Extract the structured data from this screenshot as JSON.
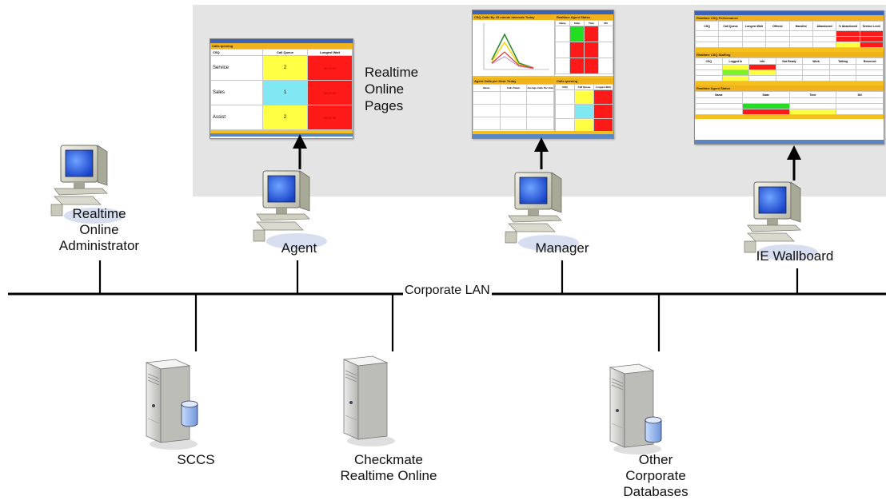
{
  "labels": {
    "realtime_pages": [
      "Realtime",
      "Online",
      "Pages"
    ],
    "administrator": [
      "Realtime",
      "Online",
      "Administrator"
    ],
    "agent": "Agent",
    "manager": "Manager",
    "wallboard": "IE Wallboard",
    "lan": "Corporate LAN",
    "sccs": "SCCS",
    "checkmate": [
      "Checkmate",
      "Realtime Online"
    ],
    "other_db": [
      "Other",
      "Corporate",
      "Databases"
    ]
  },
  "agent_screen": {
    "header": "Calls queuing",
    "columns": [
      "CSQ",
      "Call Queue",
      "Longest Wait"
    ],
    "rows": [
      {
        "csq": "Service",
        "queue": "2",
        "wait": "00:00:00",
        "queue_color": "#ffff44"
      },
      {
        "csq": "Sales",
        "queue": "1",
        "wait": "00:00:00",
        "queue_color": "#7fe8f2"
      },
      {
        "csq": "Assist",
        "queue": "2",
        "wait": "00:00:00",
        "queue_color": "#ffff44"
      }
    ],
    "colors": {
      "queue_default": "#ffff44",
      "wait": "#ff1a1a"
    }
  },
  "manager_screen": {
    "chart_title": "CSQ Calls By 15 minute intervals Today",
    "agent_status_title": "Realtime Agent Status",
    "agent_status_cols": [
      "Name",
      "State",
      "Time",
      "DN"
    ],
    "calls_per_hour_title": "Agent Calls per Hour Today",
    "calls_per_hour_cols": [
      "Name",
      "Calls Taken",
      "Average Calls Per Hour"
    ],
    "calls_queuing_title": "Calls queuing",
    "calls_queuing_cols": [
      "CSQ",
      "Call Queue",
      "Longest Wait"
    ]
  },
  "wallboard_screen": {
    "perf_title": "Realtime CSQ Performance",
    "perf_cols": [
      "CSQ",
      "Call Queue",
      "Longest Wait",
      "Offered",
      "Handled",
      "Abandoned",
      "% Abandoned",
      "Service Level"
    ],
    "staff_title": "Realtime CSQ Staffing",
    "staff_cols": [
      "CSQ",
      "Logged In",
      "Idle",
      "Not Ready",
      "Work",
      "Talking",
      "Reserved"
    ],
    "agent_title": "Realtime Agent Status",
    "agent_cols": [
      "Name",
      "State",
      "Time",
      "DN"
    ]
  }
}
